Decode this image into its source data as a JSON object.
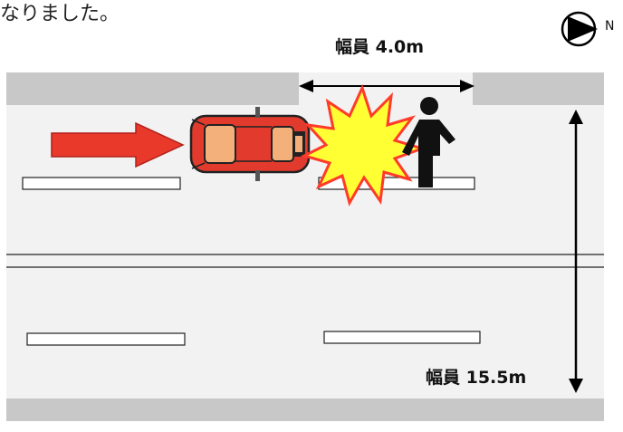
{
  "caption": "なりました。",
  "labels": {
    "sidewalk_width": "幅員 4.0m",
    "road_width": "幅員 15.5m"
  },
  "compass": {
    "icon": "north-arrow-icon",
    "text": "N"
  },
  "colors": {
    "road": "#f2f2f2",
    "curb": "#c8c8c8",
    "car": "#e23b2e",
    "arrow": "#e8392a",
    "impact": "#ffff33",
    "impact_outline": "#ff3b2a",
    "person": "#111111"
  }
}
